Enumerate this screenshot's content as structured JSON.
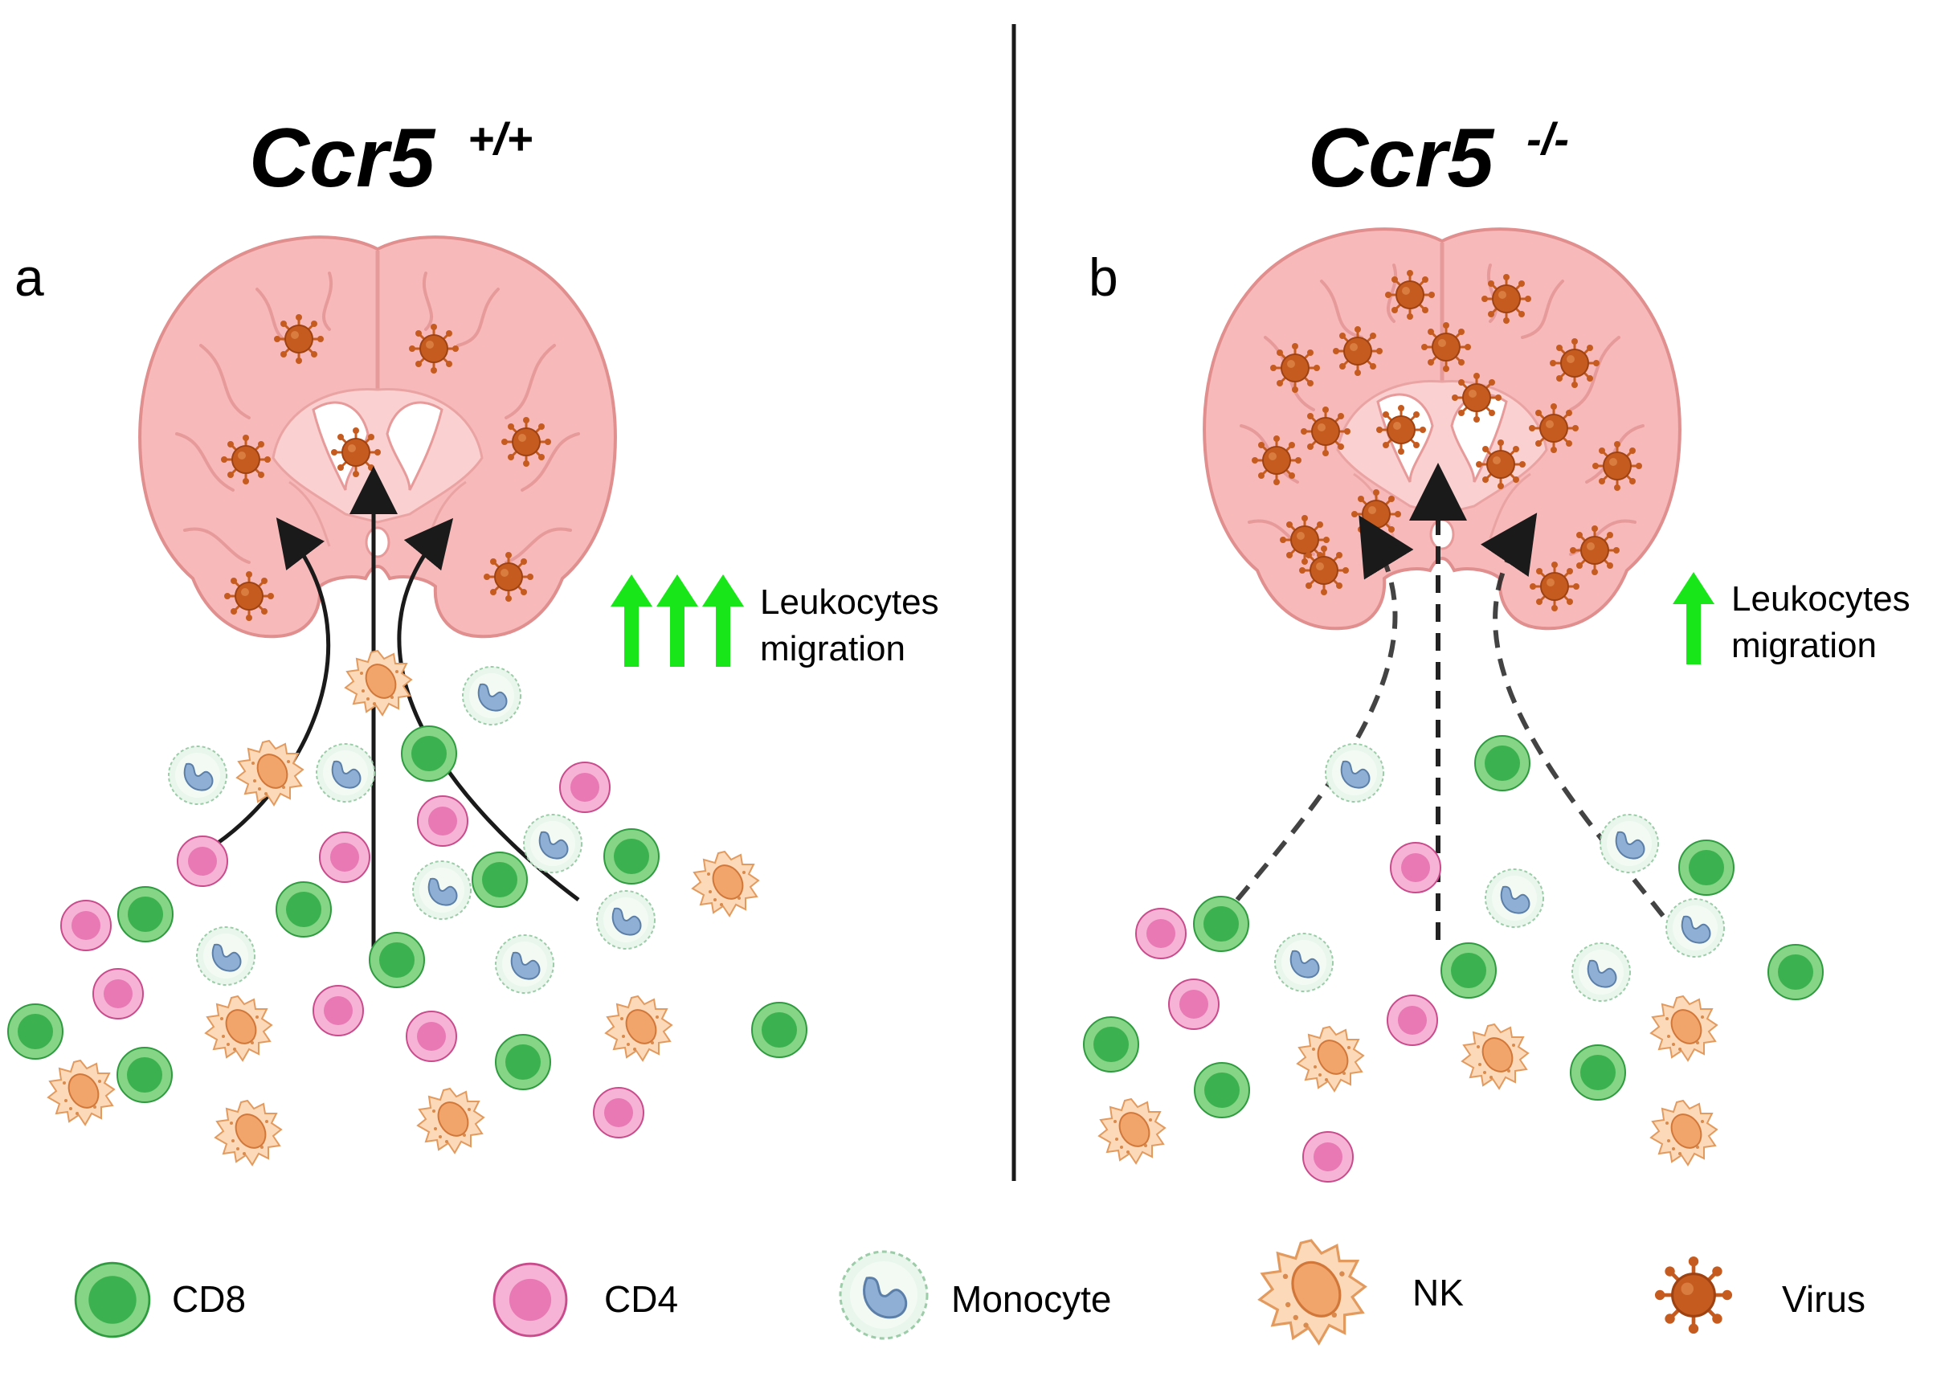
{
  "colors": {
    "background": "#ffffff",
    "divider": "#1a1a1a",
    "brain_fill": "#f6b8b8",
    "brain_stroke": "#e08e8e",
    "virus": "#c65b1f",
    "cd8_outer": "#7fd17f",
    "cd8_inner": "#3bb24f",
    "cd4_outer": "#f5a9d0",
    "cd4_inner": "#e879b4",
    "monocyte_outer": "#e6f5ea",
    "monocyte_nucleus": "#8fb0d4",
    "nk_outer": "#fbd7b5",
    "nk_nucleus": "#f2a56a",
    "arrow_up": "#19e619",
    "text": "#000000"
  },
  "panel_a": {
    "genotype": "Ccr5",
    "superscript": "+/+",
    "letter": "a",
    "migration_label_line1": "Leukocytes",
    "migration_label_line2": "migration",
    "up_arrow_count": 3,
    "migration_arrows_style": "solid"
  },
  "panel_b": {
    "genotype": "Ccr5",
    "superscript": "-/-",
    "letter": "b",
    "migration_label_line1": "Leukocytes",
    "migration_label_line2": "migration",
    "up_arrow_count": 1,
    "migration_arrows_style": "dashed"
  },
  "legend": [
    {
      "key": "cd8",
      "label": "CD8",
      "icon": "cd8-cell-icon"
    },
    {
      "key": "cd4",
      "label": "CD4",
      "icon": "cd4-cell-icon"
    },
    {
      "key": "monocyte",
      "label": "Monocyte",
      "icon": "monocyte-icon"
    },
    {
      "key": "nk",
      "label": "NK",
      "icon": "nk-cell-icon"
    },
    {
      "key": "virus",
      "label": "Virus",
      "icon": "virus-icon"
    }
  ]
}
